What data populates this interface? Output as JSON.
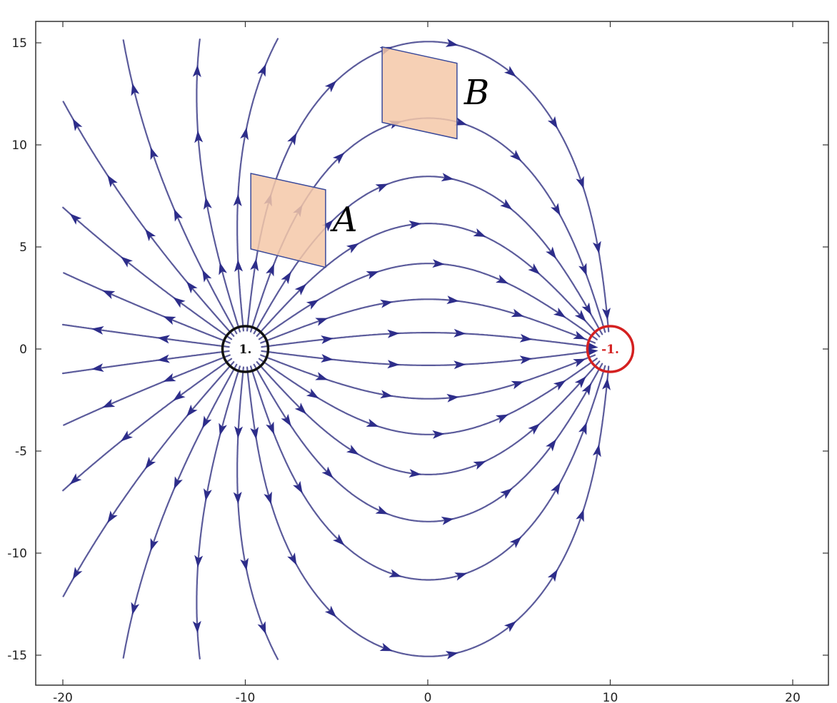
{
  "figure": {
    "type": "electric-field-streamlines",
    "x_range": [
      -20,
      20
    ],
    "y_range": [
      -16,
      16
    ],
    "x_ticks": [
      -20,
      -10,
      0,
      10,
      20
    ],
    "y_ticks": [
      15,
      10,
      5,
      0,
      -5,
      -10,
      -15
    ],
    "x_tick_labels": [
      "-20",
      "-10",
      "0",
      "10",
      "20"
    ],
    "y_tick_labels": [
      "15",
      "10",
      "5",
      "0",
      "-5",
      "-10",
      "-15"
    ],
    "line_color": "#3e3e8a",
    "arrow_color": "#2d2d8a",
    "charges": [
      {
        "x": -10,
        "y": 0,
        "q": 1,
        "label": "1.",
        "color": "#111111"
      },
      {
        "x": 10,
        "y": 0,
        "q": -1,
        "label": "-1.",
        "color": "#d42020"
      }
    ],
    "regions": [
      {
        "label": "A",
        "fill": "#f5c8a8",
        "stroke": "#3b4a9a",
        "corners": [
          [
            -9.7,
            8.6
          ],
          [
            -5.6,
            7.8
          ],
          [
            -5.6,
            4.0
          ],
          [
            -9.7,
            4.9
          ]
        ]
      },
      {
        "label": "B",
        "fill": "#f5c8a8",
        "stroke": "#3b4a9a",
        "corners": [
          [
            -2.5,
            14.8
          ],
          [
            1.6,
            14.0
          ],
          [
            1.6,
            10.3
          ],
          [
            -2.5,
            11.1
          ]
        ]
      }
    ]
  }
}
